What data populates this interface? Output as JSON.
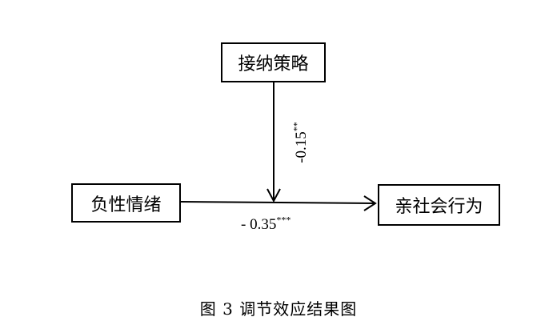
{
  "nodes": {
    "moderator": "接纳策略",
    "predictor": "负性情绪",
    "outcome": "亲社会行为"
  },
  "paths": {
    "main": {
      "value": "- 0.35",
      "stars": "***"
    },
    "moderation": {
      "value": "-0.15",
      "stars": "**"
    }
  },
  "caption": "图 3  调节效应结果图",
  "colors": {
    "line": "#000000",
    "background": "#ffffff"
  }
}
